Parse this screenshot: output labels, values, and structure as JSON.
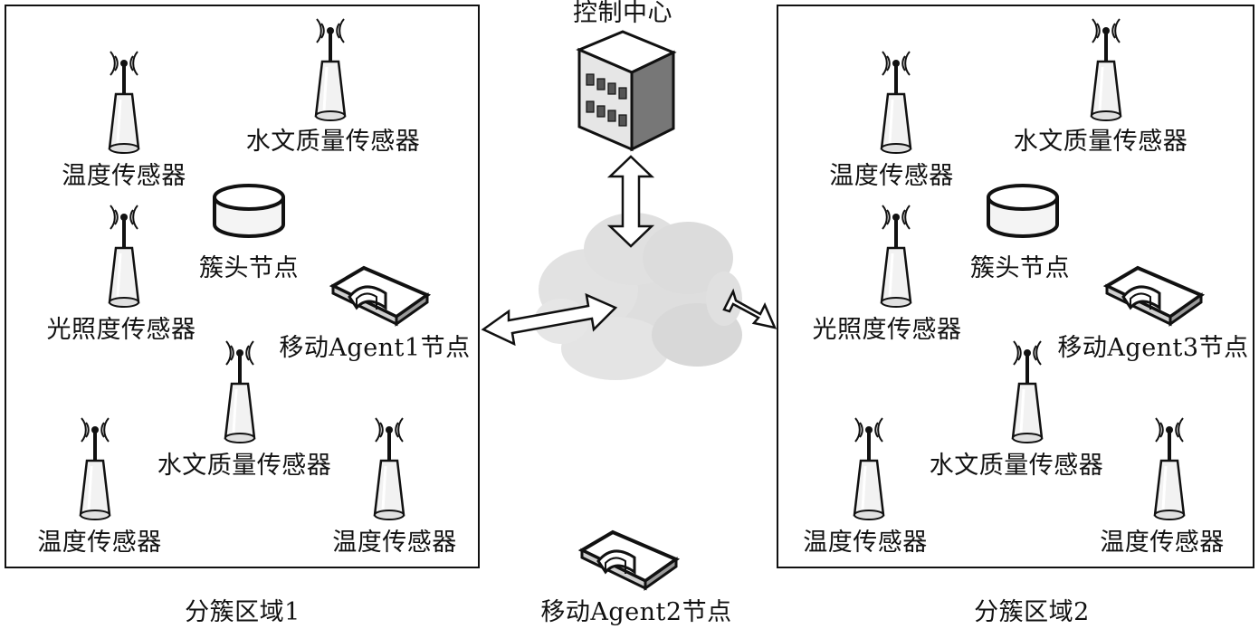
{
  "control_center": {
    "label": "控制中心",
    "icon": "server-building-icon"
  },
  "network": {
    "icon": "cloud-icon"
  },
  "regions": [
    {
      "name": "分簇区域1",
      "cluster_head": "簇头节点",
      "mobile_agent": "移动Agent1节点",
      "sensors": [
        "温度传感器",
        "水文质量传感器",
        "光照度传感器",
        "水文质量传感器",
        "温度传感器",
        "温度传感器"
      ]
    },
    {
      "name": "分簇区域2",
      "cluster_head": "簇头节点",
      "mobile_agent": "移动Agent3节点",
      "sensors": [
        "温度传感器",
        "水文质量传感器",
        "光照度传感器",
        "水文质量传感器",
        "温度传感器",
        "温度传感器"
      ]
    }
  ],
  "roaming_agent": {
    "label": "移动Agent2节点"
  },
  "colors": {
    "stroke": "#111111",
    "cloud": "#dedede",
    "device_fill": "#f4f4f4",
    "building": "#e6e6e6"
  }
}
